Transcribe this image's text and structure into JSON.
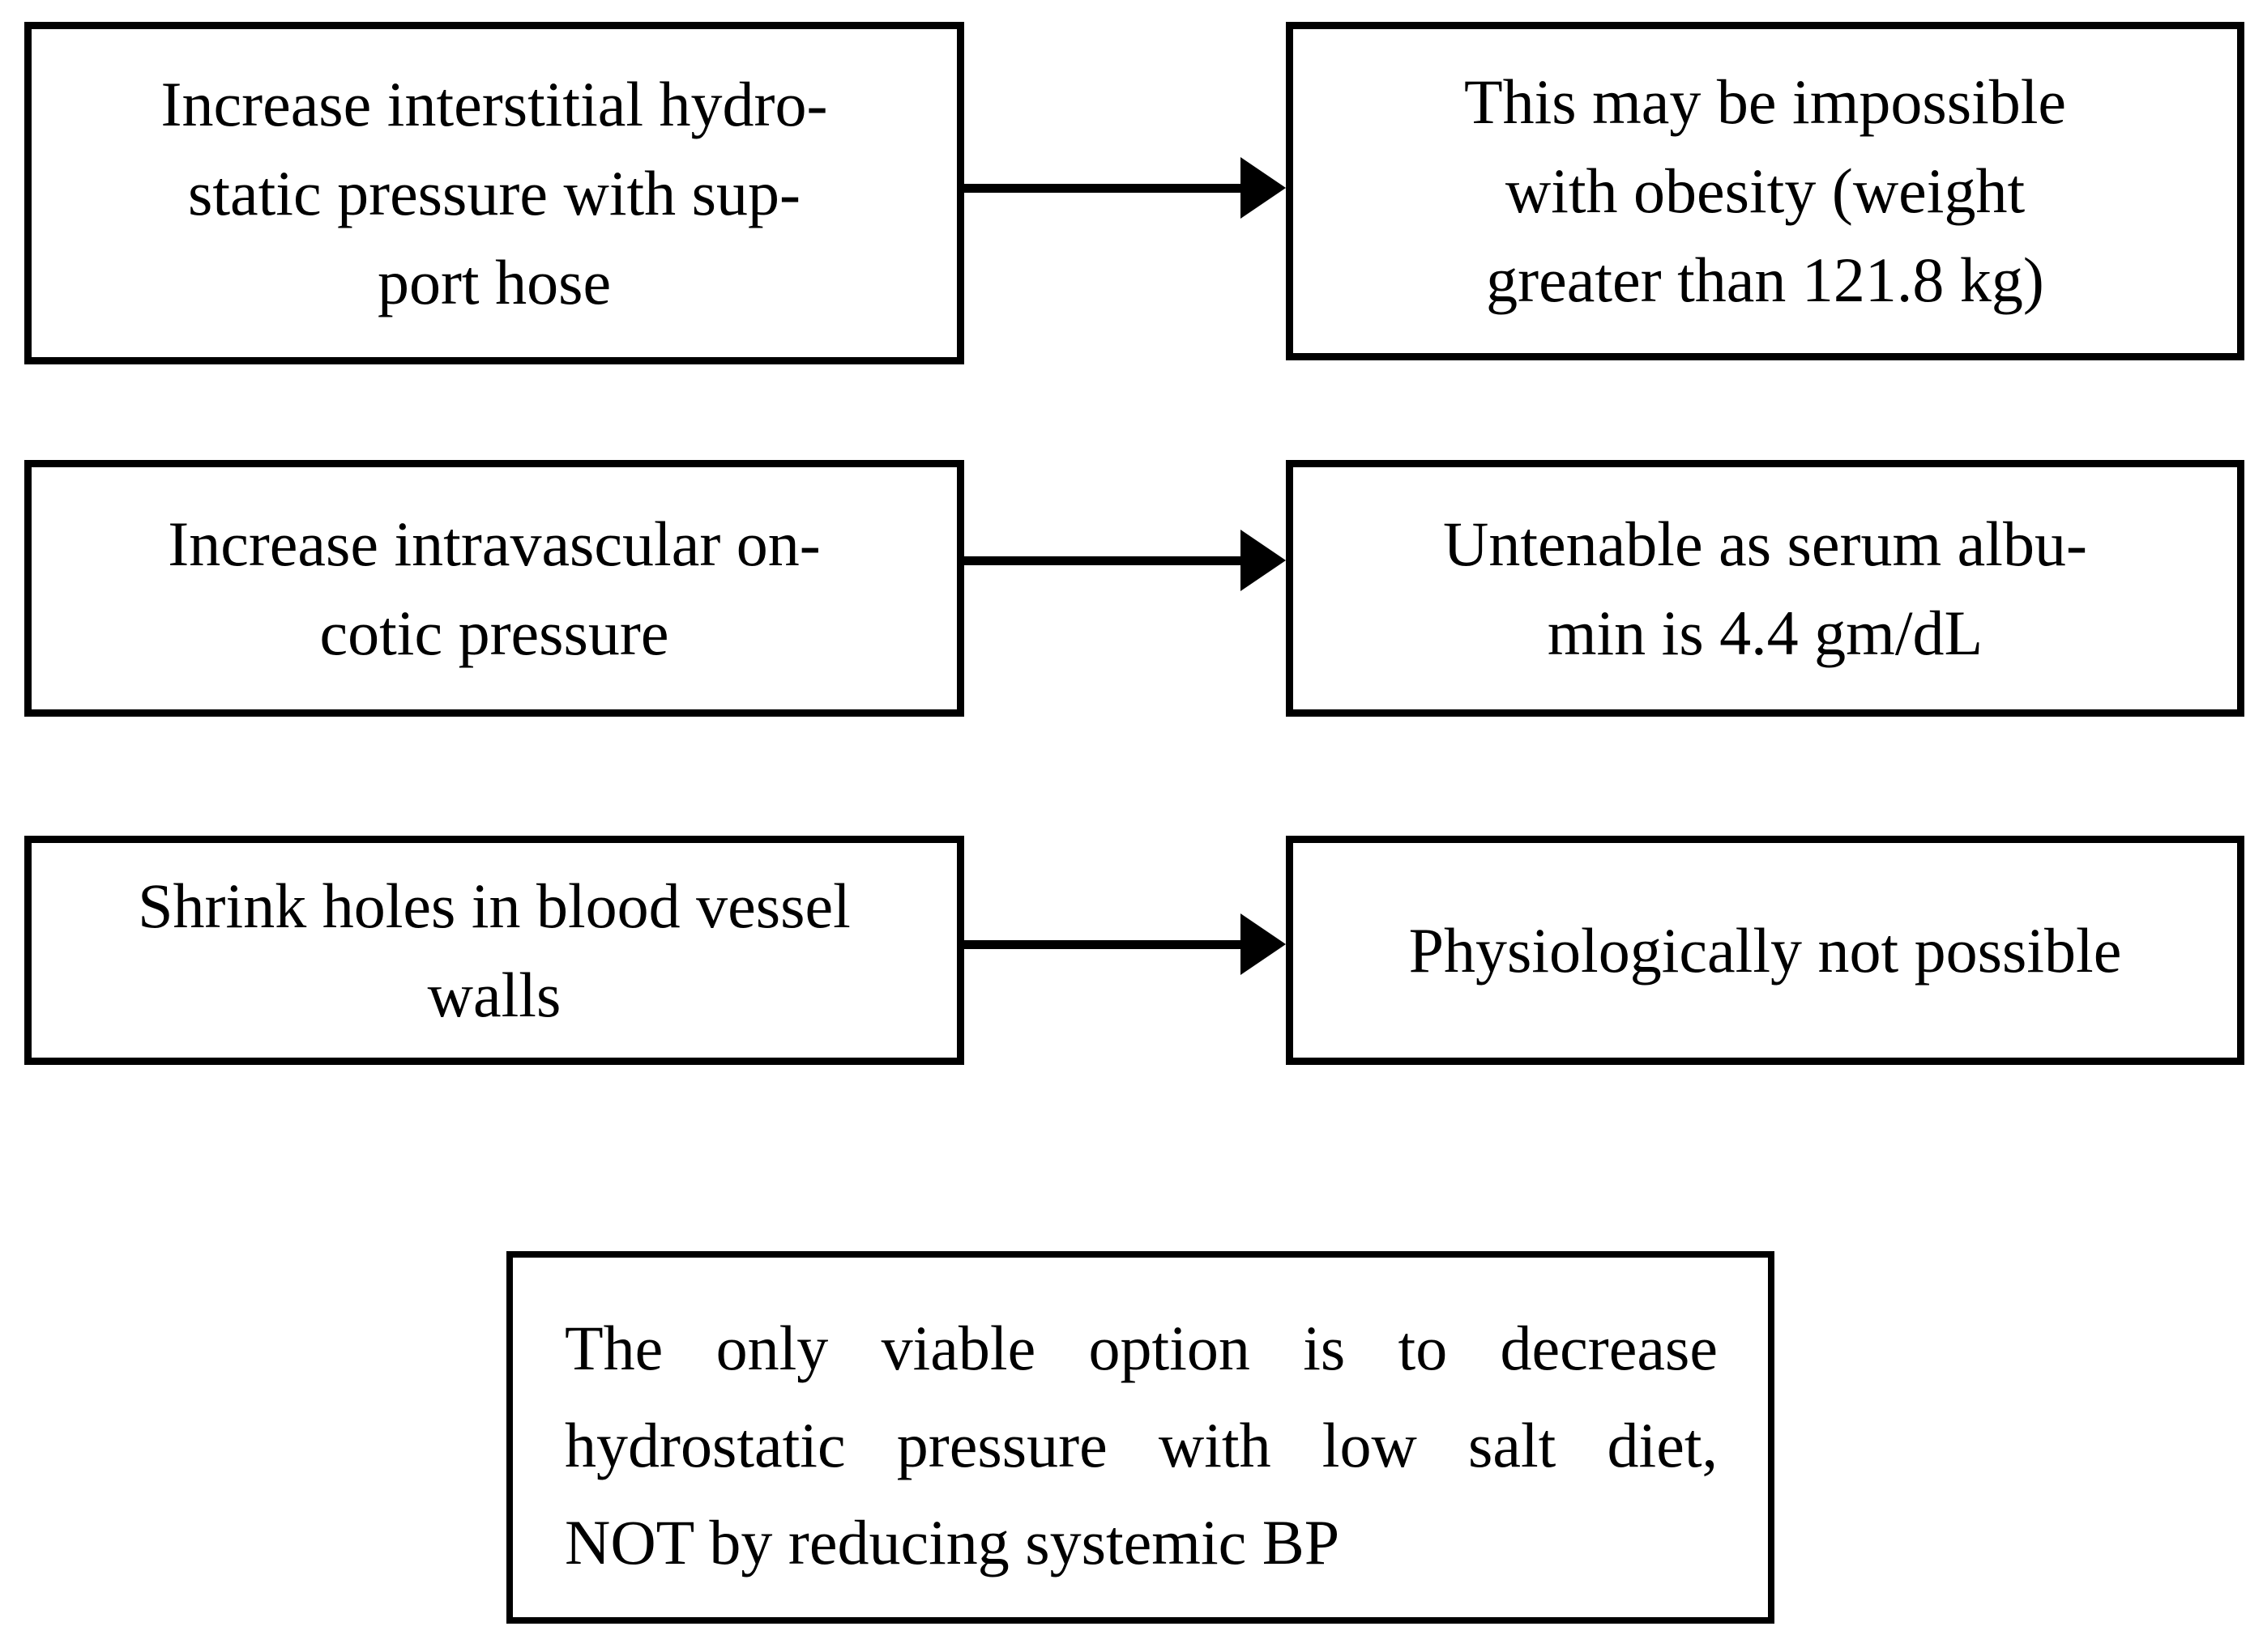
{
  "figure": {
    "type": "flow-diagram",
    "colors": {
      "border": "#000000",
      "text": "#000000",
      "background": "#ffffff",
      "arrow": "#000000"
    },
    "arrow_icon": "arrow-right",
    "rows": [
      {
        "option": "Increase interstitial hydro-\nstatic pressure with sup-\nport hose",
        "outcome": "This may be impossible\nwith obesity (weight\ngreater than 121.8 kg)"
      },
      {
        "option": "Increase intravascular on-\ncotic pressure",
        "outcome": "Untenable as serum albu-\nmin is 4.4 gm/dL"
      },
      {
        "option": "Shrink holes in blood vessel\nwalls",
        "outcome": "Physiologically not possible"
      }
    ],
    "conclusion": {
      "lines": [
        "The only viable option is to decrease",
        "hydrostatic pressure with low salt diet,",
        "NOT by reducing systemic BP"
      ]
    }
  }
}
